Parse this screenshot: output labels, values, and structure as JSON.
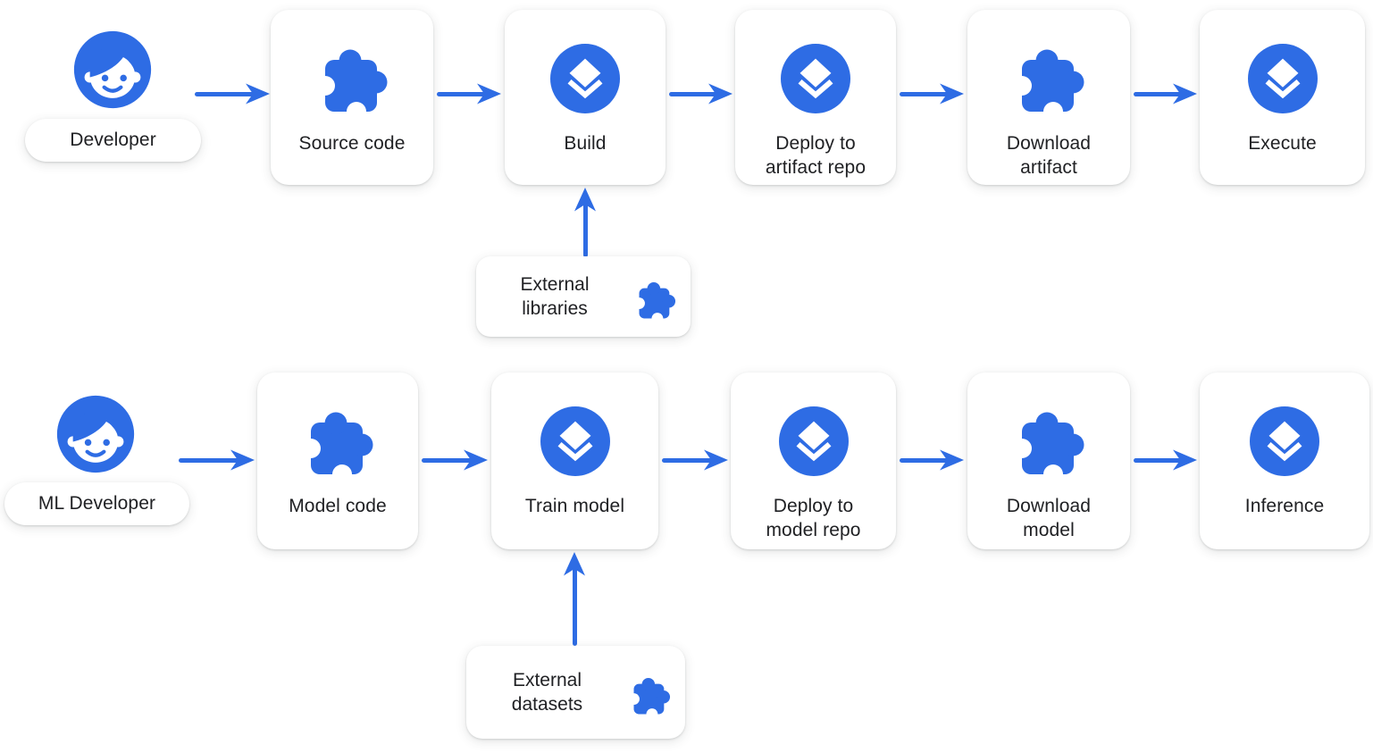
{
  "colors": {
    "accent_blue": "#2e6ce4",
    "text": "#202124",
    "card_background": "#ffffff",
    "page_background": "#ffffff"
  },
  "pipelines": [
    {
      "actor": {
        "label": "Developer",
        "icon": "person-icon"
      },
      "steps": [
        {
          "icon": "puzzle-icon",
          "line1": "Source code",
          "line2": ""
        },
        {
          "icon": "layers-icon",
          "line1": "Build",
          "line2": ""
        },
        {
          "icon": "layers-icon",
          "line1": "Deploy to",
          "line2": "artifact repo"
        },
        {
          "icon": "puzzle-icon",
          "line1": "Download",
          "line2": "artifact"
        },
        {
          "icon": "layers-icon",
          "line1": "Execute",
          "line2": ""
        }
      ],
      "external_input": {
        "icon": "puzzle-icon",
        "line1": "External",
        "line2": "libraries",
        "feeds_into": "Build"
      }
    },
    {
      "actor": {
        "label": "ML Developer",
        "icon": "person-icon"
      },
      "steps": [
        {
          "icon": "puzzle-icon",
          "line1": "Model code",
          "line2": ""
        },
        {
          "icon": "layers-icon",
          "line1": "Train model",
          "line2": ""
        },
        {
          "icon": "layers-icon",
          "line1": "Deploy to",
          "line2": "model repo"
        },
        {
          "icon": "puzzle-icon",
          "line1": "Download",
          "line2": "model"
        },
        {
          "icon": "layers-icon",
          "line1": "Inference",
          "line2": ""
        }
      ],
      "external_input": {
        "icon": "puzzle-icon",
        "line1": "External",
        "line2": "datasets",
        "feeds_into": "Train model"
      }
    }
  ]
}
